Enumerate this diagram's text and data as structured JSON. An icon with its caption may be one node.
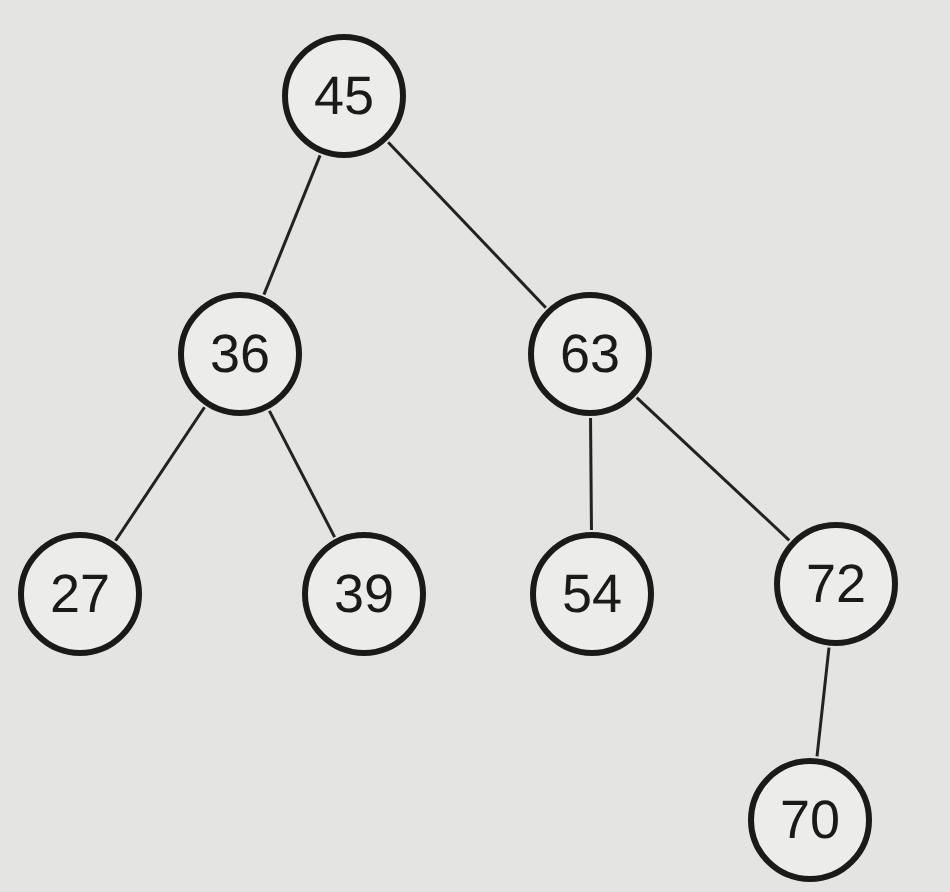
{
  "diagram": {
    "nodes": [
      {
        "text": [
          "45"
        ]
      },
      {
        "text": [
          "36"
        ]
      },
      {
        "text": [
          "63"
        ]
      },
      {
        "text": [
          "27"
        ]
      },
      {
        "text": [
          "39"
        ]
      },
      {
        "text": [
          "54"
        ]
      },
      {
        "text": [
          "72"
        ]
      },
      {
        "text": [
          "70"
        ]
      }
    ],
    "edges": [
      {
        "from": 0,
        "to": 1,
        "arrow": "none"
      },
      {
        "from": 0,
        "to": 2,
        "arrow": "none"
      },
      {
        "from": 1,
        "to": 3,
        "arrow": "none"
      },
      {
        "from": 1,
        "to": 4,
        "arrow": "none"
      },
      {
        "from": 2,
        "to": 5,
        "arrow": "none"
      },
      {
        "from": 2,
        "to": 6,
        "arrow": "none"
      },
      {
        "from": 6,
        "to": 7,
        "arrow": "none"
      }
    ]
  }
}
